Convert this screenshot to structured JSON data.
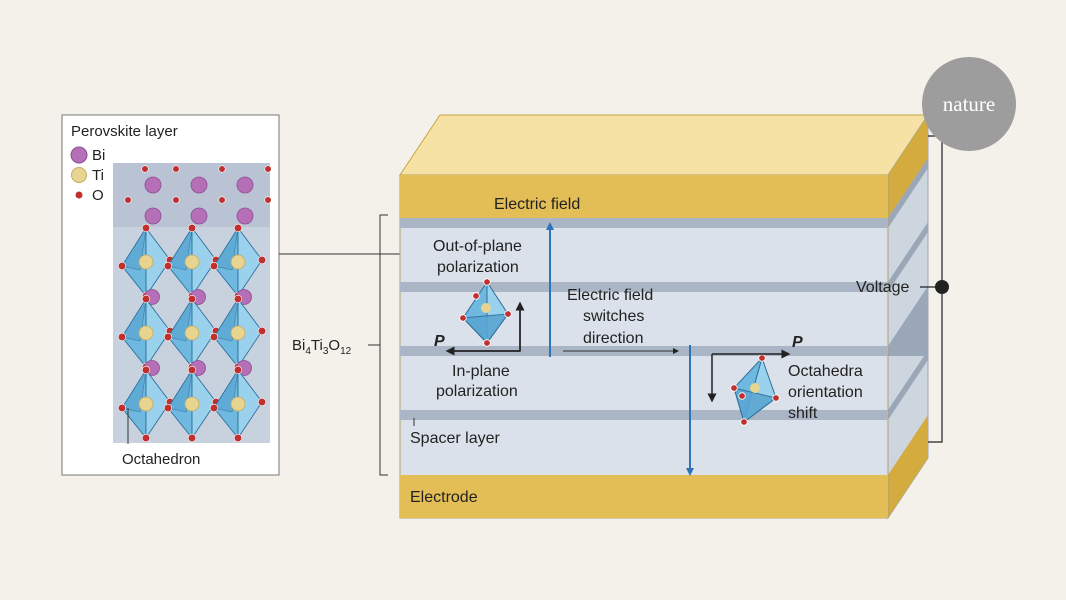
{
  "inset": {
    "title": "Perovskite layer",
    "legend": [
      {
        "symbol": "Bi",
        "color": "#b46fb6"
      },
      {
        "symbol": "Ti",
        "color": "#e8d491"
      },
      {
        "symbol": "O",
        "color": "#c0302e"
      }
    ],
    "octahedron_label": "Octahedron"
  },
  "formula": {
    "base1": "Bi",
    "sub1": "4",
    "base2": "Ti",
    "sub2": "3",
    "base3": "O",
    "sub3": "12"
  },
  "device": {
    "electric_field": "Electric field",
    "out_of_plane": [
      "Out-of-plane",
      "polarization"
    ],
    "in_plane": [
      "In-plane",
      "polarization"
    ],
    "switch_text": [
      "Electric field",
      "switches",
      "direction"
    ],
    "octa_shift": [
      "Octahedra",
      "orientation",
      "shift"
    ],
    "polarization_symbol": "P",
    "spacer_layer": "Spacer layer",
    "electrode": "Electrode",
    "voltage": "Voltage"
  },
  "logo": "nature",
  "colors": {
    "background": "#f4f1ea",
    "electrode": "#e3bd55",
    "layer": "#dbe1ea",
    "spacer": "#aab6c6",
    "arrow_blue": "#2c73b8",
    "octahedron": "#7fc1e3",
    "logo_circle": "#9d9d9d"
  }
}
